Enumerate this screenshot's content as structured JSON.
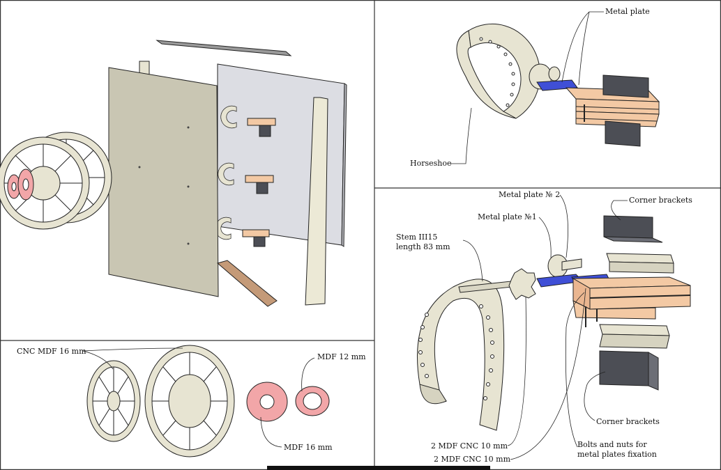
{
  "labels": {
    "metal_plate": "Metal plate",
    "horseshoe": "Horseshoe",
    "cnc_mdf_16": "CNC MDF 16 mm",
    "mdf_12": "MDF 12 mm",
    "mdf_16": "MDF 16 mm",
    "metal_plate_2": "Metal plate № 2",
    "metal_plate_1": "Metal plate №1",
    "corner_brackets_top": "Corner brackets",
    "corner_brackets_bottom": "Corner brackets",
    "stem_line1": "Stem III15",
    "stem_line2": "length 83 mm",
    "mdf_cnc_a": "2 MDF CNC 10 mm",
    "mdf_cnc_b": "2 MDF CNC 10 mm",
    "bolts_line1": "Bolts and nuts for",
    "bolts_line2": "metal plates fixation"
  },
  "colors": {
    "panel_beige": "#c9c6b3",
    "panel_grey": "#dcdde3",
    "part_cream": "#e7e4d2",
    "wood_peach": "#f3c9a4",
    "metal_blue": "#3f4fd6",
    "bracket_dark": "#4c4e55",
    "mdf_pink": "#f2a6a8",
    "outline": "#222222"
  }
}
